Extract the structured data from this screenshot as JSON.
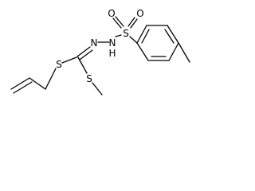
{
  "molecule": {
    "atoms": {
      "s_allyl": "S",
      "s_methyl": "S",
      "n_imine": "N",
      "n_amide": "N",
      "h_amide": "H",
      "s_sulfonyl": "S",
      "o_left": "O",
      "o_right": "O"
    }
  }
}
